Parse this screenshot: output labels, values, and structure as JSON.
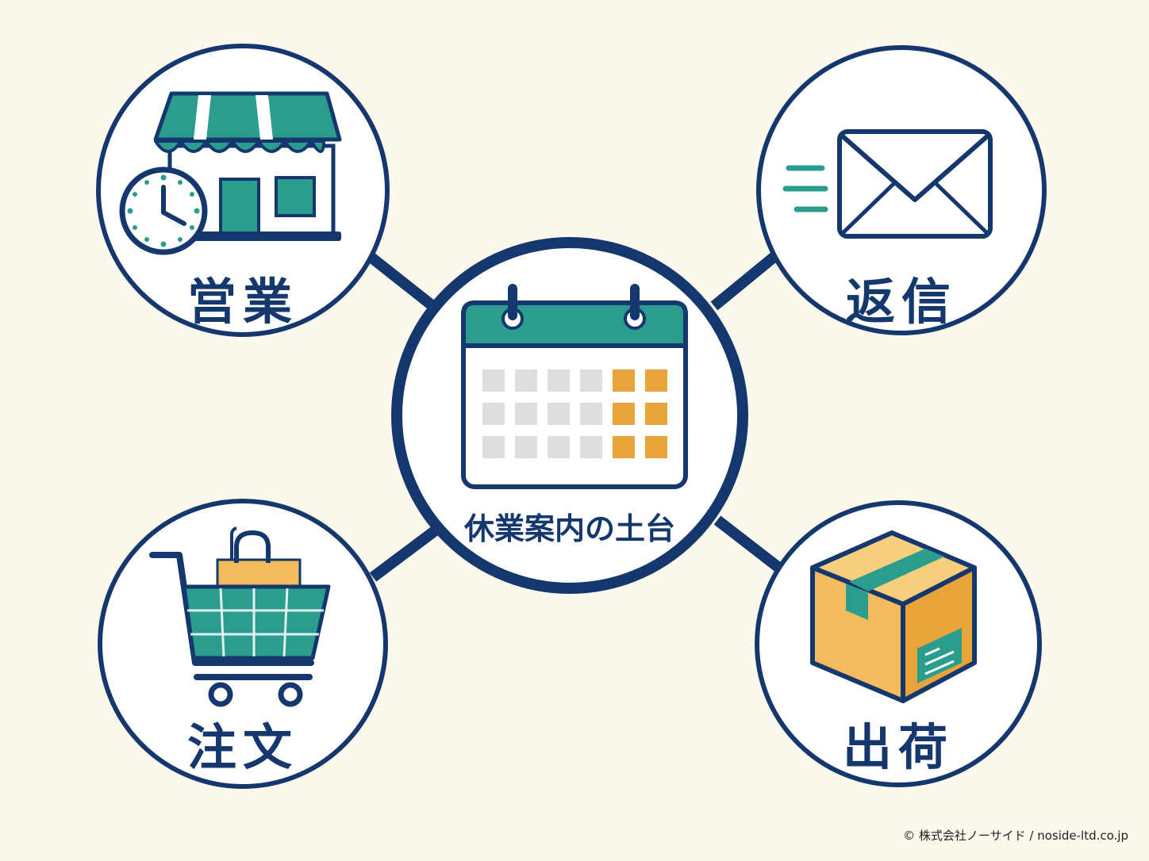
{
  "center": {
    "label": "休業案内の土台"
  },
  "nodes": {
    "top_left": {
      "label": "営業",
      "icon": "storefront-clock-icon"
    },
    "top_right": {
      "label": "返信",
      "icon": "envelope-icon"
    },
    "bottom_left": {
      "label": "注文",
      "icon": "shopping-cart-icon"
    },
    "bottom_right": {
      "label": "出荷",
      "icon": "package-box-icon"
    }
  },
  "center_icon": "calendar-icon",
  "credit": "© 株式会社ノーサイド / noside-ltd.co.jp",
  "colors": {
    "navy": "#14386e",
    "teal": "#2a9d8f",
    "orange": "#e8a33b",
    "box": "#f2bb5c",
    "background": "#fdf8ec"
  }
}
